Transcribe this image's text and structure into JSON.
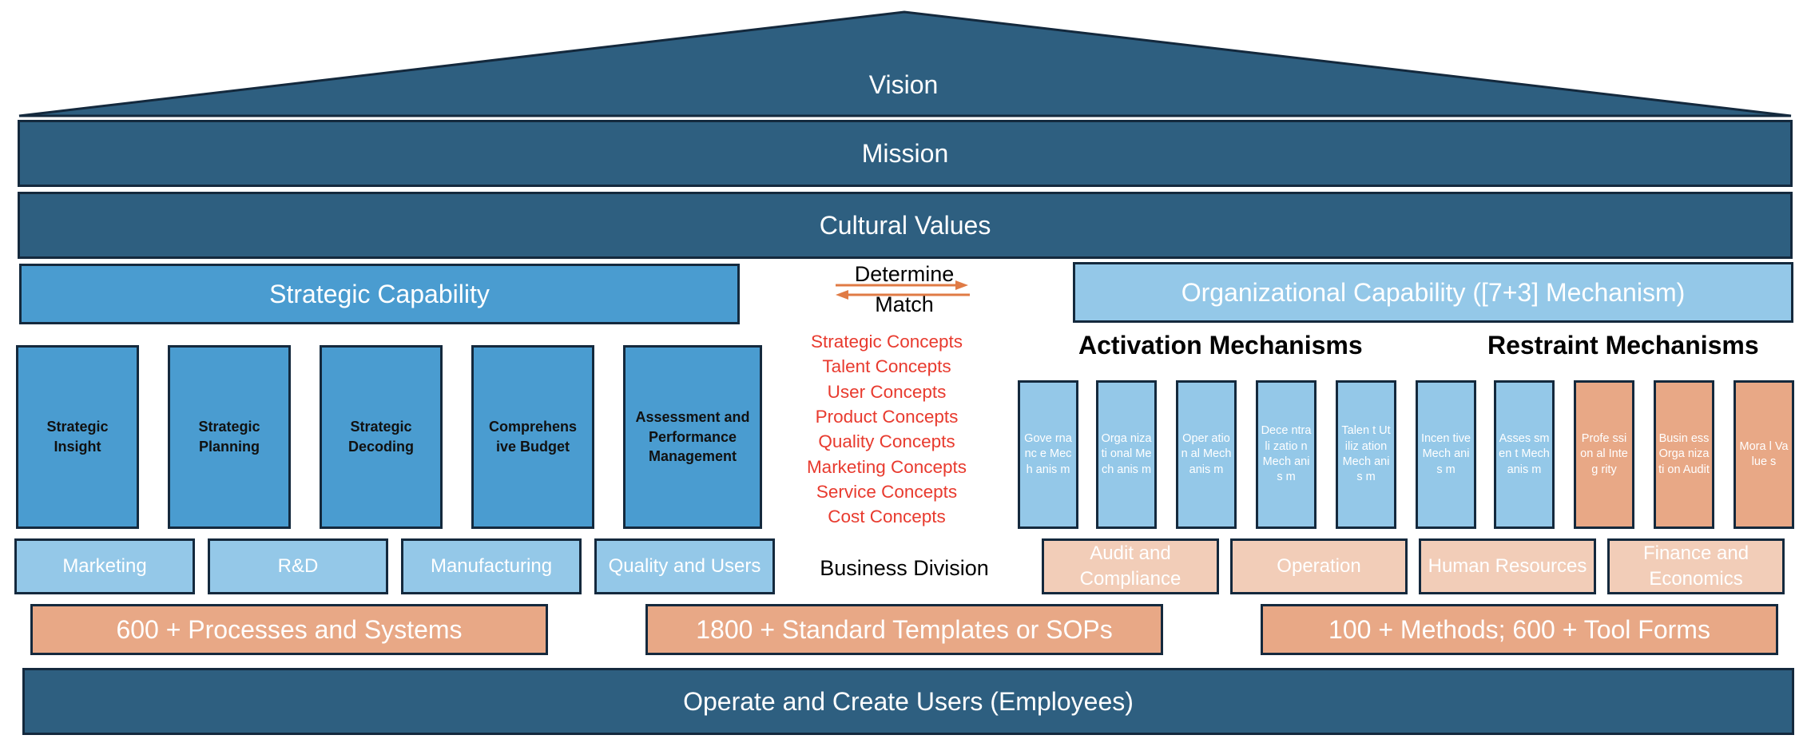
{
  "roof": {
    "vision": "Vision"
  },
  "mission": "Mission",
  "cultural_values": "Cultural Values",
  "strategic": {
    "title": "Strategic Capability",
    "pillars": [
      "Strategic Insight",
      "Strategic Planning",
      "Strategic Decoding",
      "Comprehens ive Budget",
      "Assessment and Performance Management"
    ],
    "domains": [
      "Marketing",
      "R&D",
      "Manufacturing",
      "Quality and Users"
    ]
  },
  "center": {
    "determine": "Determine",
    "match": "Match",
    "concepts": [
      "Strategic Concepts",
      "Talent Concepts",
      "User Concepts",
      "Product Concepts",
      "Quality Concepts",
      "Marketing Concepts",
      "Service Concepts",
      "Cost Concepts"
    ],
    "business_division": "Business Division"
  },
  "organizational": {
    "title": "Organizational Capability ([7+3] Mechanism)",
    "activation_heading": "Activation Mechanisms",
    "restraint_heading": "Restraint Mechanisms",
    "mechanisms": [
      "Gove rnanc e Mech anis m",
      "Orga nizati onal Mech anis m",
      "Oper ation al Mech anis m",
      "Dece ntrali zatio n Mech anis m",
      "Talen t Utiliz ation Mech anis m",
      "Incen tive Mech anis m",
      "Asses smen t Mech anis m",
      "Profe ssion al Integ rity",
      "Busin ess Orga nizati on Audit",
      "Mora l Value s"
    ],
    "functions": [
      "Audit and Compliance",
      "Operation",
      "Human Resources",
      "Finance and Economics"
    ]
  },
  "foundations": [
    "600 + Processes and Systems",
    "1800 + Standard Templates or SOPs",
    "100 + Methods; 600 + Tool Forms"
  ],
  "base": "Operate and Create Users (Employees)",
  "colors": {
    "dark_blue": "#2e5f80",
    "mid_blue": "#4a9cd0",
    "light_blue": "#94c8e8",
    "orange": "#e8a886",
    "peach": "#f2cdb8",
    "concept_red": "#e83a2e",
    "arrow_orange": "#e07b45",
    "border": "#14293d"
  }
}
